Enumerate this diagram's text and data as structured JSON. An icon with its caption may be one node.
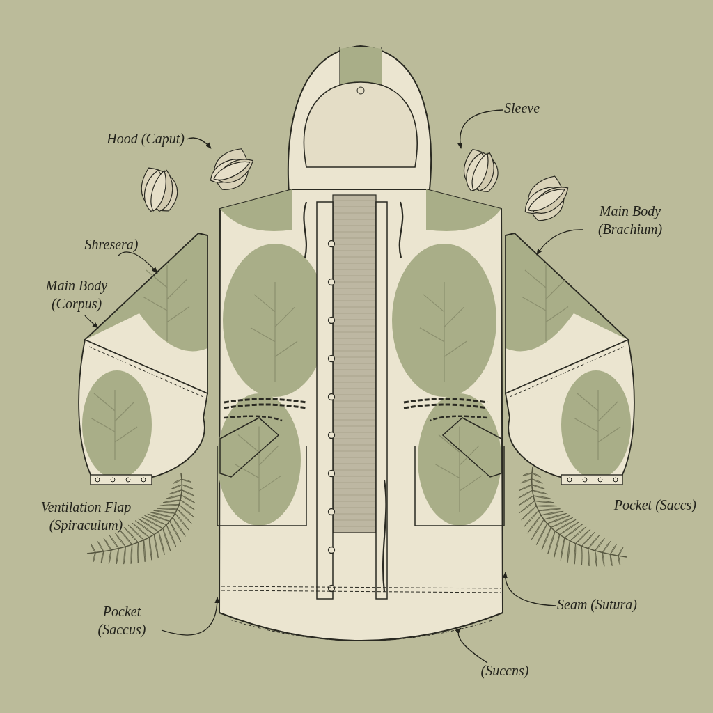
{
  "diagram": {
    "nodes": [
      {
        "text": [
          "Hood (Caput)"
        ]
      },
      {
        "text": [],
        "shape": "picture"
      },
      {
        "text": [
          "Sleeve"
        ]
      },
      {
        "text": [],
        "shape": "picture"
      },
      {
        "text": [
          "Shresera)"
        ]
      },
      {
        "text": [
          "Main Body (Corpus)"
        ]
      },
      {
        "text": [],
        "shape": "picture"
      },
      {
        "text": [
          "Main Body (Brachium)"
        ]
      },
      {
        "text": [],
        "shape": "picture"
      },
      {
        "text": [],
        "shape": "picture"
      },
      {
        "text": [
          "Pocket (Saccus)"
        ]
      },
      {
        "text": [
          "Seam (Sutura)"
        ]
      },
      {
        "text": [
          "(Succns)"
        ]
      }
    ],
    "edges": [
      {
        "from": 0,
        "to": 1,
        "arrow": "to"
      },
      {
        "from": 2,
        "to": 3,
        "arrow": "to"
      },
      {
        "from": 4,
        "to": 6,
        "arrow": "to"
      },
      {
        "from": 5,
        "to": 6,
        "arrow": "to"
      },
      {
        "from": 7,
        "to": 8,
        "arrow": "to"
      },
      {
        "from": 10,
        "to": 9,
        "arrow": "to"
      },
      {
        "from": 11,
        "to": 9,
        "arrow": "to"
      },
      {
        "from": 12,
        "to": 9,
        "arrow": "to"
      }
    ],
    "labels": [
      "Ventilation Flap (Spiraculum)",
      "Pocket (Saccs)"
    ]
  }
}
